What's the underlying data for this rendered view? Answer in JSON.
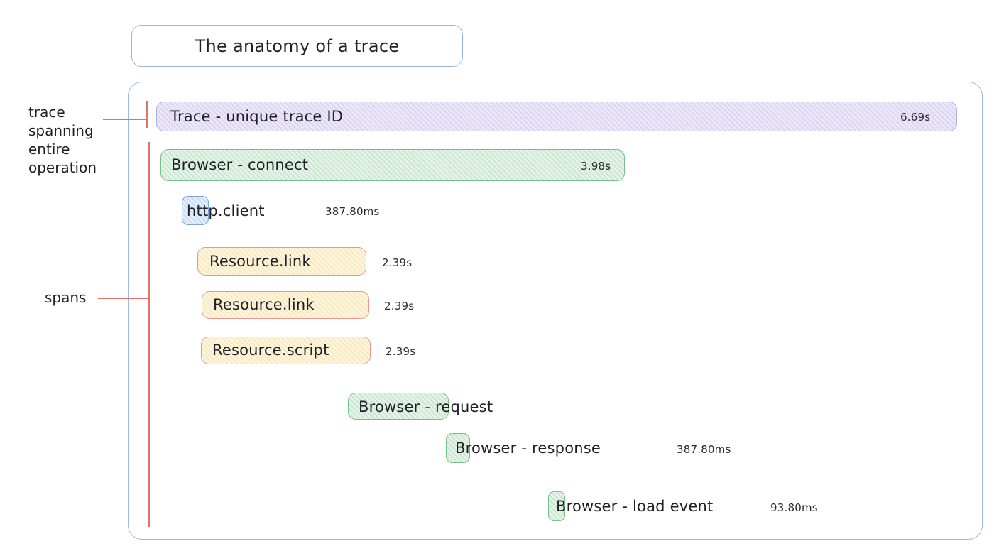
{
  "title": "The anatomy of a trace",
  "annotations": {
    "trace_pointer_label": "trace\nspanning\nentire\noperation",
    "spans_pointer_label": "spans"
  },
  "spans": [
    {
      "id": "trace",
      "label": "Trace - unique trace ID",
      "duration": "6.69s",
      "color": "purple"
    },
    {
      "id": "browser-connect",
      "label": "Browser - connect",
      "duration": "3.98s",
      "color": "green"
    },
    {
      "id": "http-client",
      "label": "http.client",
      "duration": "387.80ms",
      "color": "blue"
    },
    {
      "id": "resource-link-1",
      "label": "Resource.link",
      "duration": "2.39s",
      "color": "yellow"
    },
    {
      "id": "resource-link-2",
      "label": "Resource.link",
      "duration": "2.39s",
      "color": "yellow"
    },
    {
      "id": "resource-script",
      "label": "Resource.script",
      "duration": "2.39s",
      "color": "yellow"
    },
    {
      "id": "browser-request",
      "label": "Browser - request",
      "duration": "",
      "color": "green"
    },
    {
      "id": "browser-response",
      "label": "Browser - response",
      "duration": "387.80ms",
      "color": "green"
    },
    {
      "id": "browser-load-event",
      "label": "Browser - load event",
      "duration": "93.80ms",
      "color": "green"
    }
  ],
  "colors": {
    "frame_border_blue": "#9bbae6",
    "trace_fill": "#ebe7f9",
    "trace_border": "#a9b2e8",
    "browser_fill": "#e4f3e7",
    "browser_border": "#79bf89",
    "http_fill": "#e1edfa",
    "http_border": "#7da4dc",
    "resource_fill": "#fdf5da",
    "resource_border": "#e8988e",
    "annotation_line_red": "#e0726b",
    "text": "#1f1f28"
  }
}
